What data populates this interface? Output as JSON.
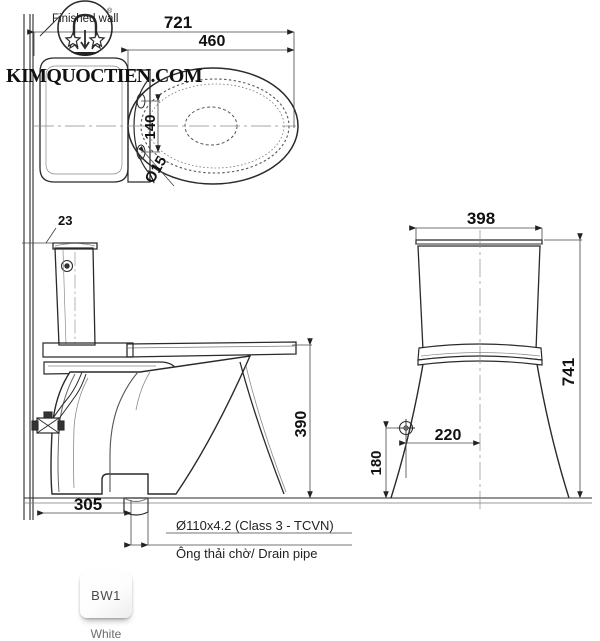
{
  "drawing": {
    "watermark": "KIMQUOCTIEN.COM",
    "wall_note": "Finished wall",
    "top_view": {
      "dim_overall_length": "721",
      "dim_bowl_length": "460",
      "dim_bolt_spacing": "140",
      "dim_bolt_hole": "Ø15"
    },
    "side_view": {
      "dim_tank_gap": "23",
      "dim_seat_height": "390",
      "dim_drain_offset": "305"
    },
    "front_view": {
      "dim_width": "398",
      "dim_total_height": "741",
      "dim_supply_height": "180",
      "dim_supply_offset": "220"
    },
    "callout": {
      "line1": "Ø110x4.2 (Class 3 - TCVN)",
      "line2": "Ông thải chờ/ Drain pipe"
    }
  },
  "color_swatch": {
    "code": "BW1",
    "name": "White"
  }
}
